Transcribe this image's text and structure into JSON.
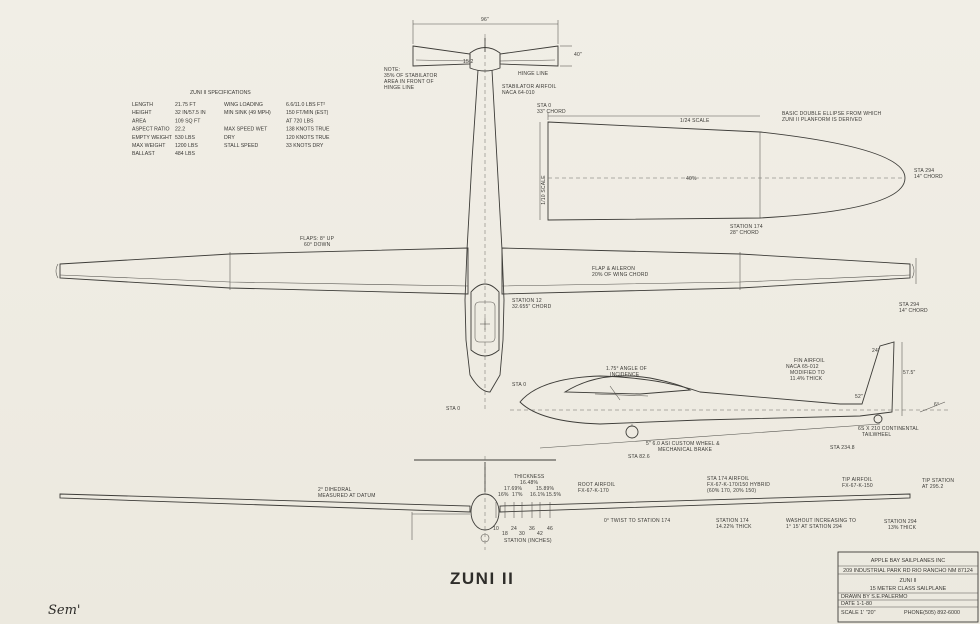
{
  "title": "ZUNI II",
  "signature": "Sem'",
  "specs": {
    "heading": "ZUNI II   SPECIFICATIONS",
    "rows": [
      [
        "LENGTH",
        "21.75 FT",
        "WING LOADING",
        "6.6/11.0 LBS FT²"
      ],
      [
        "HEIGHT",
        "32 IN/57.5 IN",
        "MIN SINK (49 MPH)",
        "150 FT/MIN (EST)"
      ],
      [
        "AREA",
        "109 SQ FT",
        "",
        "AT 720 LBS"
      ],
      [
        "ASPECT RATIO",
        "22.2",
        "MAX SPEED  WET",
        "138 KNOTS TRUE"
      ],
      [
        "EMPTY WEIGHT",
        "530 LBS",
        "DRY",
        "120 KNOTS TRUE"
      ],
      [
        "MAX WEIGHT",
        "1200 LBS",
        "STALL SPEED",
        "33 KNOTS DRY"
      ],
      [
        "BALLAST",
        "484 LBS",
        "",
        ""
      ]
    ]
  },
  "labels": {
    "span_dim": "96\"",
    "tail_chord_dim": "15.2",
    "tail_height_dim": "40\"",
    "stab_note": [
      "NOTE:",
      "35% OF STABILATOR",
      "AREA IN FRONT OF",
      "HINGE LINE"
    ],
    "hinge_line": "HINGE LINE",
    "stab_airfoil": [
      "STABILATOR AIRFOIL",
      "NACA 64-010"
    ],
    "sta0_top": [
      "STA 0",
      "33\" CHORD"
    ],
    "scale_124": "1/24 SCALE",
    "scale_110": "1/10 SCALE",
    "double_ellipse": [
      "BASIC DOUBLE ELLIPSE FROM WHICH",
      "ZUNI II PLANFORM IS DERIVED"
    ],
    "pct40": "40%",
    "sta294_top": [
      "STA 294",
      "14\" CHORD"
    ],
    "sta174_top": [
      "STATION 174",
      "28\" CHORD"
    ],
    "flaps": [
      "FLAPS: 8° UP",
      "60° DOWN"
    ],
    "flap_aileron": [
      "FLAP & AILERON",
      "20% OF WING CHORD"
    ],
    "sta12": [
      "STATION 12",
      "32.655\" CHORD"
    ],
    "sta294_mid": [
      "STA 294",
      "14\" CHORD"
    ],
    "fin_airfoil": [
      "FIN AIRFOIL",
      "NACA 65-012",
      "MODIFIED TO",
      "11.4% THICK"
    ],
    "angle_inc": [
      "1.75° ANGLE OF",
      "INCIDENCE"
    ],
    "sta0_side": "STA 0",
    "sta0_plan": "STA  0",
    "dim_24": "24\"",
    "dim_575": "57.5\"",
    "dim_52": "52\"",
    "angle_6": "6°",
    "tailwheel": [
      "6S X 210 CONTINENTAL",
      "TAILWHEEL"
    ],
    "sta2348": "STA 234.8",
    "main_wheel": [
      "5\" 6.0 ASI  CUSTOM WHEEL &",
      "MECHANICAL BRAKE"
    ],
    "sta826": "STA 82.6",
    "dihedral": [
      "2° DIHEDRAL",
      "MEASURED AT DATUM"
    ],
    "thickness": [
      "THICKNESS",
      "16.48%",
      "17.69%",
      "15.89%",
      "16%",
      "17%",
      "16.1%",
      "15.5%"
    ],
    "root_airfoil": [
      "ROOT AIRFOIL",
      "FX-67-K-170"
    ],
    "sta174_airfoil": [
      "STA 174 AIRFOIL",
      "FX-67-K-170/150 HYBRID",
      "(60% 170, 20% 150)"
    ],
    "tip_airfoil": [
      "TIP AIRFOIL",
      "FX-67-K-150"
    ],
    "tip_station": [
      "TIP STATION",
      "AT 295.2"
    ],
    "sta_ticks": [
      "10",
      "18",
      "24",
      "30",
      "36",
      "42",
      "46"
    ],
    "stations_inches": "STATION (INCHES)",
    "twist": "0° TWIST TO STATION 174",
    "sta174_low": [
      "STATION 174",
      "14.22% THICK"
    ],
    "washout": [
      "WASHOUT INCREASING TO",
      "1° 15' AT STATION 294"
    ],
    "sta294_low": [
      "STATION 294",
      "13% THICK"
    ]
  },
  "title_block": {
    "company": "APPLE BAY  SAILPLANES  INC",
    "address": "209 INDUSTRIAL PARK RD  RIO RANCHO NM 87124",
    "model": "ZUNI II",
    "class": "15 METER CLASS SAILPLANE",
    "drawn_by": "DRAWN BY    S.E.PALERMO",
    "date": "DATE   1-1-80",
    "scale": "SCALE  1' \"20\"",
    "phone": "PHONE(505) 892-6000"
  },
  "colors": {
    "paper": "#efece3",
    "ink": "#3d3c38"
  }
}
